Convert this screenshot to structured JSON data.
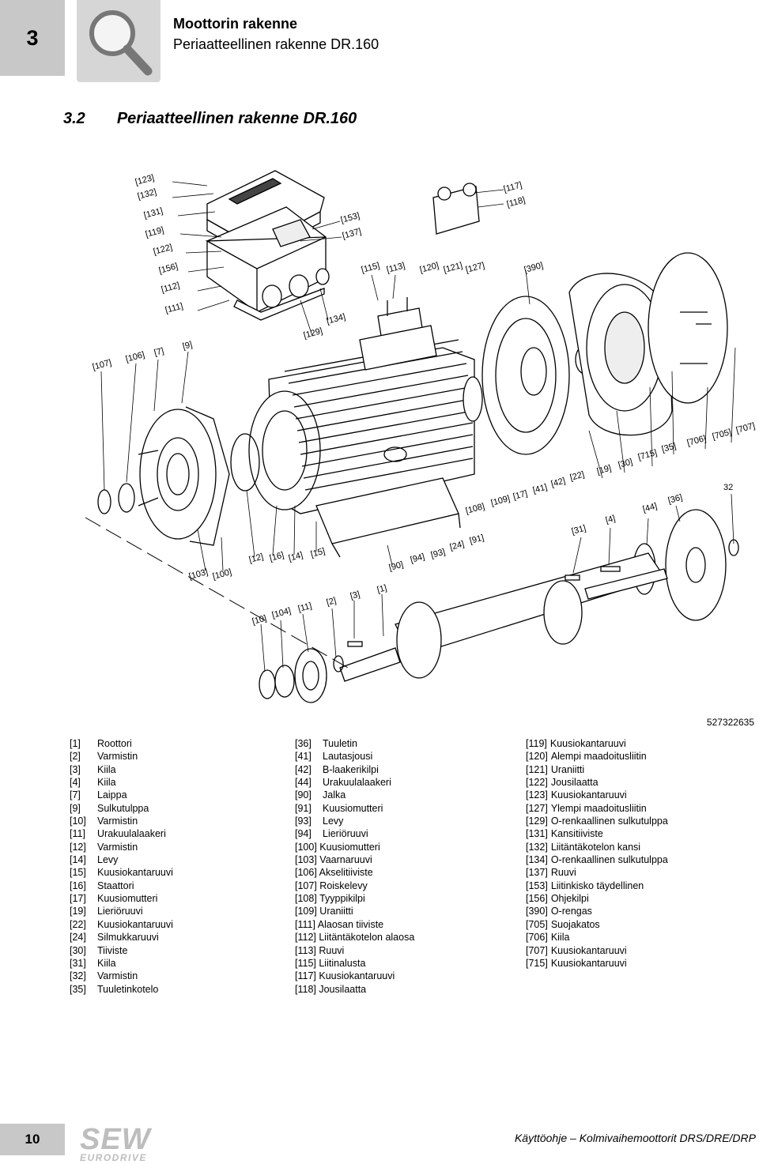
{
  "header": {
    "chapter": "3",
    "title": "Moottorin rakenne",
    "subtitle": "Periaatteellinen rakenne DR.160"
  },
  "section": {
    "number": "3.2",
    "title": "Periaatteellinen rakenne DR.160"
  },
  "diagram": {
    "figure_id": "527322635",
    "labels": [
      "[123]",
      "[132]",
      "[131]",
      "[119]",
      "[122]",
      "[156]",
      "[112]",
      "[111]",
      "[153]",
      "[137]",
      "[117]",
      "[118]",
      "[115]",
      "[113]",
      "[120]",
      "[121]",
      "[127]",
      "[390]",
      "[134]",
      "[129]",
      "[107]",
      "[106]",
      "[7]",
      "[9]",
      "[103]",
      "[100]",
      "[12]",
      "[16]",
      "[14]",
      "[15]",
      "[90]",
      "[94]",
      "[93]",
      "[24]",
      "[91]",
      "[108]",
      "[109]",
      "[17]",
      "[41]",
      "[42]",
      "[22]",
      "[19]",
      "[30]",
      "[715]",
      "[35]",
      "[706]",
      "[705]",
      "[707]",
      "32",
      "[36]",
      "[44]",
      "[4]",
      "[31]",
      "[10]",
      "[104]",
      "[11]",
      "[2]",
      "[3]",
      "[1]"
    ]
  },
  "legend": {
    "col1": [
      {
        "key": "[1]",
        "text": "Roottori"
      },
      {
        "key": "[2]",
        "text": "Varmistin"
      },
      {
        "key": "[3]",
        "text": "Kiila"
      },
      {
        "key": "[4]",
        "text": "Kiila"
      },
      {
        "key": "[7]",
        "text": "Laippa"
      },
      {
        "key": "[9]",
        "text": "Sulkutulppa"
      },
      {
        "key": "[10]",
        "text": "Varmistin"
      },
      {
        "key": "[11]",
        "text": "Urakuulalaakeri"
      },
      {
        "key": "[12]",
        "text": "Varmistin"
      },
      {
        "key": "[14]",
        "text": "Levy"
      },
      {
        "key": "[15]",
        "text": "Kuusiokantaruuvi"
      },
      {
        "key": "[16]",
        "text": "Staattori"
      },
      {
        "key": "[17]",
        "text": "Kuusiomutteri"
      },
      {
        "key": "[19]",
        "text": "Lieriöruuvi"
      },
      {
        "key": "[22]",
        "text": "Kuusiokantaruuvi"
      },
      {
        "key": "[24]",
        "text": "Silmukkaruuvi"
      },
      {
        "key": "[30]",
        "text": "Tiiviste"
      },
      {
        "key": "[31]",
        "text": "Kiila"
      },
      {
        "key": "[32]",
        "text": "Varmistin"
      },
      {
        "key": "[35]",
        "text": "Tuuletinkotelo"
      }
    ],
    "col2": [
      {
        "key": "[36]",
        "text": "Tuuletin"
      },
      {
        "key": "[41]",
        "text": "Lautasjousi"
      },
      {
        "key": "[42]",
        "text": "B-laakerikilpi"
      },
      {
        "key": "[44]",
        "text": "Urakuulalaakeri"
      },
      {
        "key": "[90]",
        "text": "Jalka"
      },
      {
        "key": "[91]",
        "text": "Kuusiomutteri"
      },
      {
        "key": "[93]",
        "text": "Levy"
      },
      {
        "key": "[94]",
        "text": "Lieriöruuvi"
      },
      {
        "key": "[100]",
        "text": "Kuusiomutteri"
      },
      {
        "key": "[103]",
        "text": "Vaarnaruuvi"
      },
      {
        "key": "[106]",
        "text": "Akselitiiviste"
      },
      {
        "key": "[107]",
        "text": "Roiskelevy"
      },
      {
        "key": "[108]",
        "text": "Tyyppikilpi"
      },
      {
        "key": "[109]",
        "text": "Uraniitti"
      },
      {
        "key": "[111]",
        "text": "Alaosan tiiviste"
      },
      {
        "key": "[112]",
        "text": "Liitäntäkotelon alaosa"
      },
      {
        "key": "[113]",
        "text": "Ruuvi"
      },
      {
        "key": "[115]",
        "text": "Liitinalusta"
      },
      {
        "key": "[117]",
        "text": "Kuusiokantaruuvi"
      },
      {
        "key": "[118]",
        "text": "Jousilaatta"
      }
    ],
    "col3": [
      {
        "key": "[119]",
        "text": "Kuusiokantaruuvi"
      },
      {
        "key": "[120]",
        "text": "Alempi maadoitusliitin"
      },
      {
        "key": "[121]",
        "text": "Uraniitti"
      },
      {
        "key": "[122]",
        "text": "Jousilaatta"
      },
      {
        "key": "[123]",
        "text": "Kuusiokantaruuvi"
      },
      {
        "key": "[127]",
        "text": "Ylempi maadoitusliitin"
      },
      {
        "key": "[129]",
        "text": "O-renkaallinen sulkutulppa"
      },
      {
        "key": "[131]",
        "text": "Kansitiiviste"
      },
      {
        "key": "[132]",
        "text": "Liitäntäkotelon kansi"
      },
      {
        "key": "[134]",
        "text": "O-renkaallinen sulkutulppa"
      },
      {
        "key": "[137]",
        "text": "Ruuvi"
      },
      {
        "key": "[153]",
        "text": "Liitinkisko täydellinen"
      },
      {
        "key": "[156]",
        "text": "Ohjekilpi"
      },
      {
        "key": "[390]",
        "text": "O-rengas"
      },
      {
        "key": "[705]",
        "text": "Suojakatos"
      },
      {
        "key": "[706]",
        "text": "Kiila"
      },
      {
        "key": "[707]",
        "text": "Kuusiokantaruuvi"
      },
      {
        "key": "[715]",
        "text": "Kuusiokantaruuvi"
      }
    ]
  },
  "footer": {
    "page": "10",
    "logo_top": "SEW",
    "logo_bottom": "EURODRIVE",
    "doc_title_prefix": "Käyttöohje",
    "doc_title_dash": "–",
    "doc_title": "Kolmivaihemoottorit DRS/DRE/DRP"
  }
}
